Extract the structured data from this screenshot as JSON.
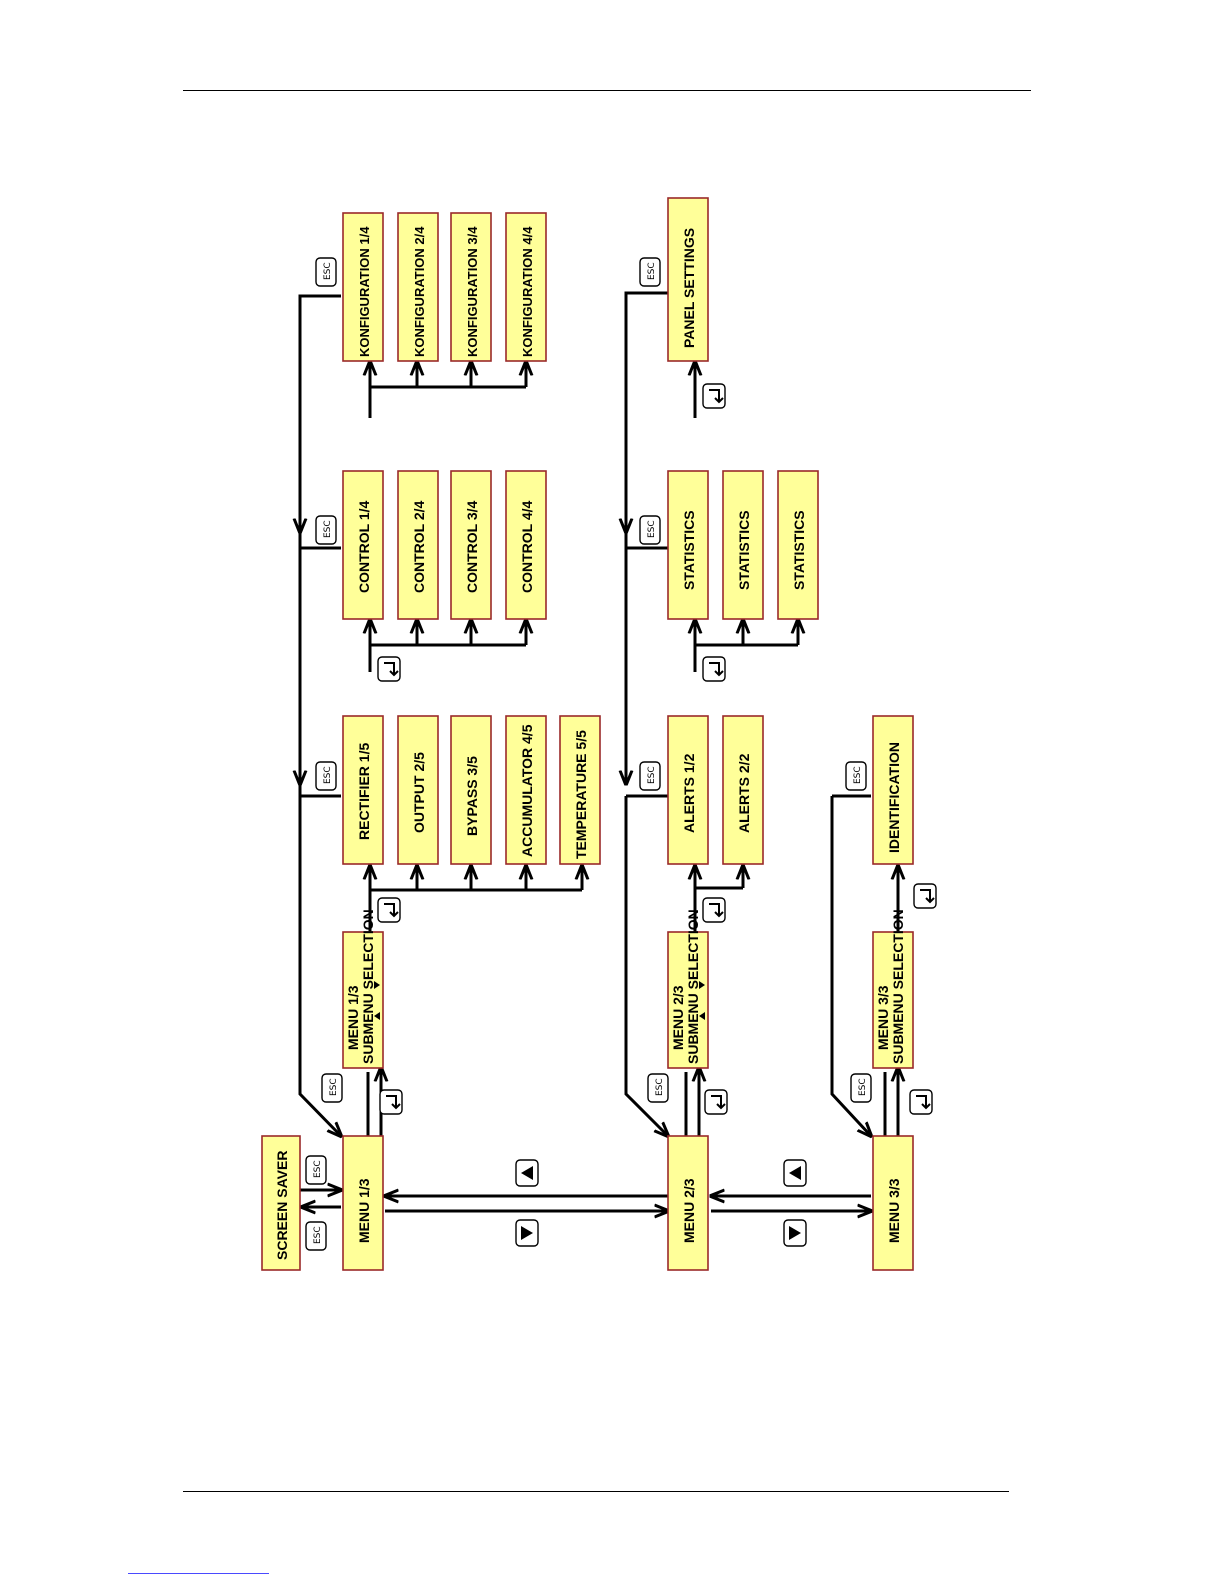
{
  "boxes": {
    "screen_saver": "SCREEN SAVER",
    "menu_1": "MENU 1/3",
    "menu_2": "MENU 2/3",
    "menu_3": "MENU 3/3",
    "submenu_1": [
      "MENU 1/3",
      "SUBMENU SELECTION"
    ],
    "submenu_2": [
      "MENU 2/3",
      "SUBMENU SELECTION"
    ],
    "submenu_3": [
      "MENU 3/3",
      "SUBMENU SELECTION"
    ],
    "rectifier": "RECTIFIER 1/5",
    "output": "OUTPUT 2/5",
    "bypass": "BYPASS 3/5",
    "accumulator": "ACCUMULATOR 4/5",
    "temperature": "TEMPERATURE 5/5",
    "control": [
      "CONTROL 1/4",
      "CONTROL 2/4",
      "CONTROL 3/4",
      "CONTROL 4/4"
    ],
    "konfiguration": [
      "KONFIGURATION 1/4",
      "KONFIGURATION 2/4",
      "KONFIGURATION 3/4",
      "KONFIGURATION 4/4"
    ],
    "alerts": [
      "ALERTS 1/2",
      "ALERTS 2/2"
    ],
    "statistics": [
      "STATISTICS",
      "STATISTICS",
      "STATISTICS"
    ],
    "panel_settings": "PANEL SETTINGS",
    "identification": "IDENTIFICATION"
  },
  "keys": {
    "esc": "ESC",
    "enter_icon": "enter-key-icon",
    "up_icon": "up-arrow-key-icon",
    "down_icon": "down-arrow-key-icon"
  },
  "colors": {
    "box_fill": "#ffff99",
    "box_border": "#9a2a2a",
    "line": "#000000"
  }
}
